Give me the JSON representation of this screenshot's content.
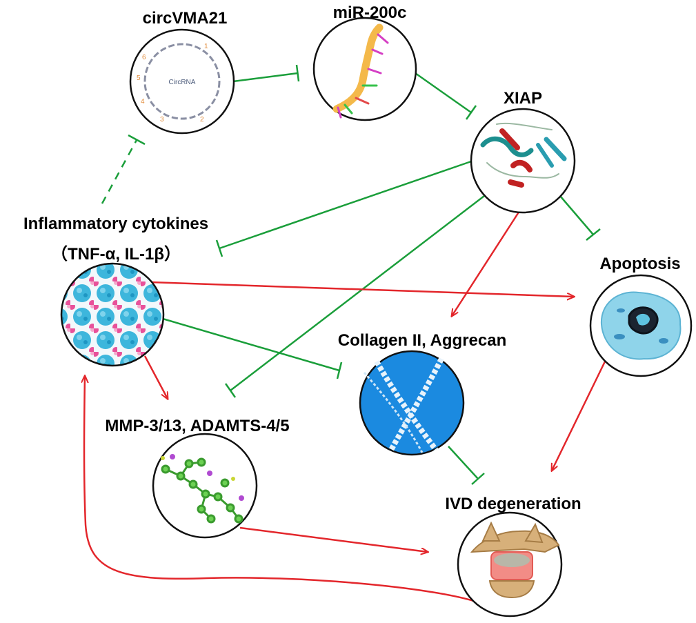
{
  "nodes": {
    "circvma21": {
      "label": "circVMA21",
      "inner_text": "CircRNA",
      "numbers": [
        "1",
        "2",
        "3",
        "4",
        "5",
        "6"
      ]
    },
    "mir200c": {
      "label": "miR-200c"
    },
    "xiap": {
      "label": "XIAP"
    },
    "cytokines": {
      "label_line1": "Inflammatory cytokines",
      "label_line2": "（TNF-α, IL-1β）"
    },
    "apoptosis": {
      "label": "Apoptosis"
    },
    "collagen": {
      "label": "Collagen II,  Aggrecan"
    },
    "mmp": {
      "label": "MMP-3/13, ADAMTS-4/5"
    },
    "ivd": {
      "label": "IVD degeneration"
    }
  },
  "colors": {
    "inhibit": "#1a9e3a",
    "promote": "#e3262b",
    "outline": "#111111"
  }
}
